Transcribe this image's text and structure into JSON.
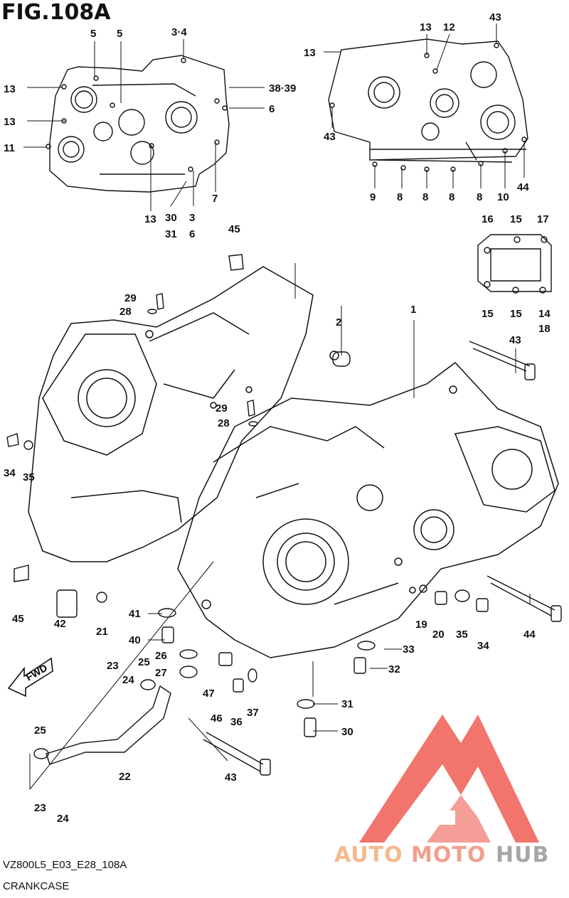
{
  "figure": {
    "title": "FIG.108A",
    "code": "VZ800L5_E03_E28_108A",
    "name": "CRANKCASE"
  },
  "fwd_label": "FWD",
  "watermark": {
    "auto": "AUTO",
    "moto": "MOTO",
    "hub": "HUB",
    "colors": {
      "auto": "#f6b98e",
      "moto": "#f0a08f",
      "hub": "#a6a6a6",
      "logo": "#ef5d53"
    }
  },
  "callouts": {
    "c1": "1",
    "c2": "2",
    "c3": "3",
    "c6": "6",
    "c7": "7",
    "c3_4": "3·4",
    "c5a": "5",
    "c5b": "5",
    "c6b": "6",
    "c8a": "8",
    "c8b": "8",
    "c8c": "8",
    "c8d": "8",
    "c9": "9",
    "c10": "10",
    "c11": "11",
    "c12": "12",
    "c13a": "13",
    "c13b": "13",
    "c13c": "13",
    "c13d": "13",
    "c13e": "13",
    "c14": "14",
    "c15a": "15",
    "c15b": "15",
    "c15c": "15",
    "c16": "16",
    "c17": "17",
    "c18": "18",
    "c19": "19",
    "c20": "20",
    "c21": "21",
    "c22": "22",
    "c23a": "23",
    "c23b": "23",
    "c24a": "24",
    "c24b": "24",
    "c25a": "25",
    "c25b": "25",
    "c26": "26",
    "c27": "27",
    "c28a": "28",
    "c28b": "28",
    "c29a": "29",
    "c29b": "29",
    "c30": "30",
    "c30b": "30",
    "c31": "31",
    "c31b": "31",
    "c32": "32",
    "c33": "33",
    "c34a": "34",
    "c34b": "34",
    "c35a": "35",
    "c35b": "35",
    "c36": "36",
    "c37": "37",
    "c38_39": "38·39",
    "c40": "40",
    "c41": "41",
    "c42": "42",
    "c43a": "43",
    "c43b": "43",
    "c43c": "43",
    "c43d": "43",
    "c44a": "44",
    "c44b": "44",
    "c45a": "45",
    "c45b": "45",
    "c46": "46",
    "c47": "47"
  }
}
